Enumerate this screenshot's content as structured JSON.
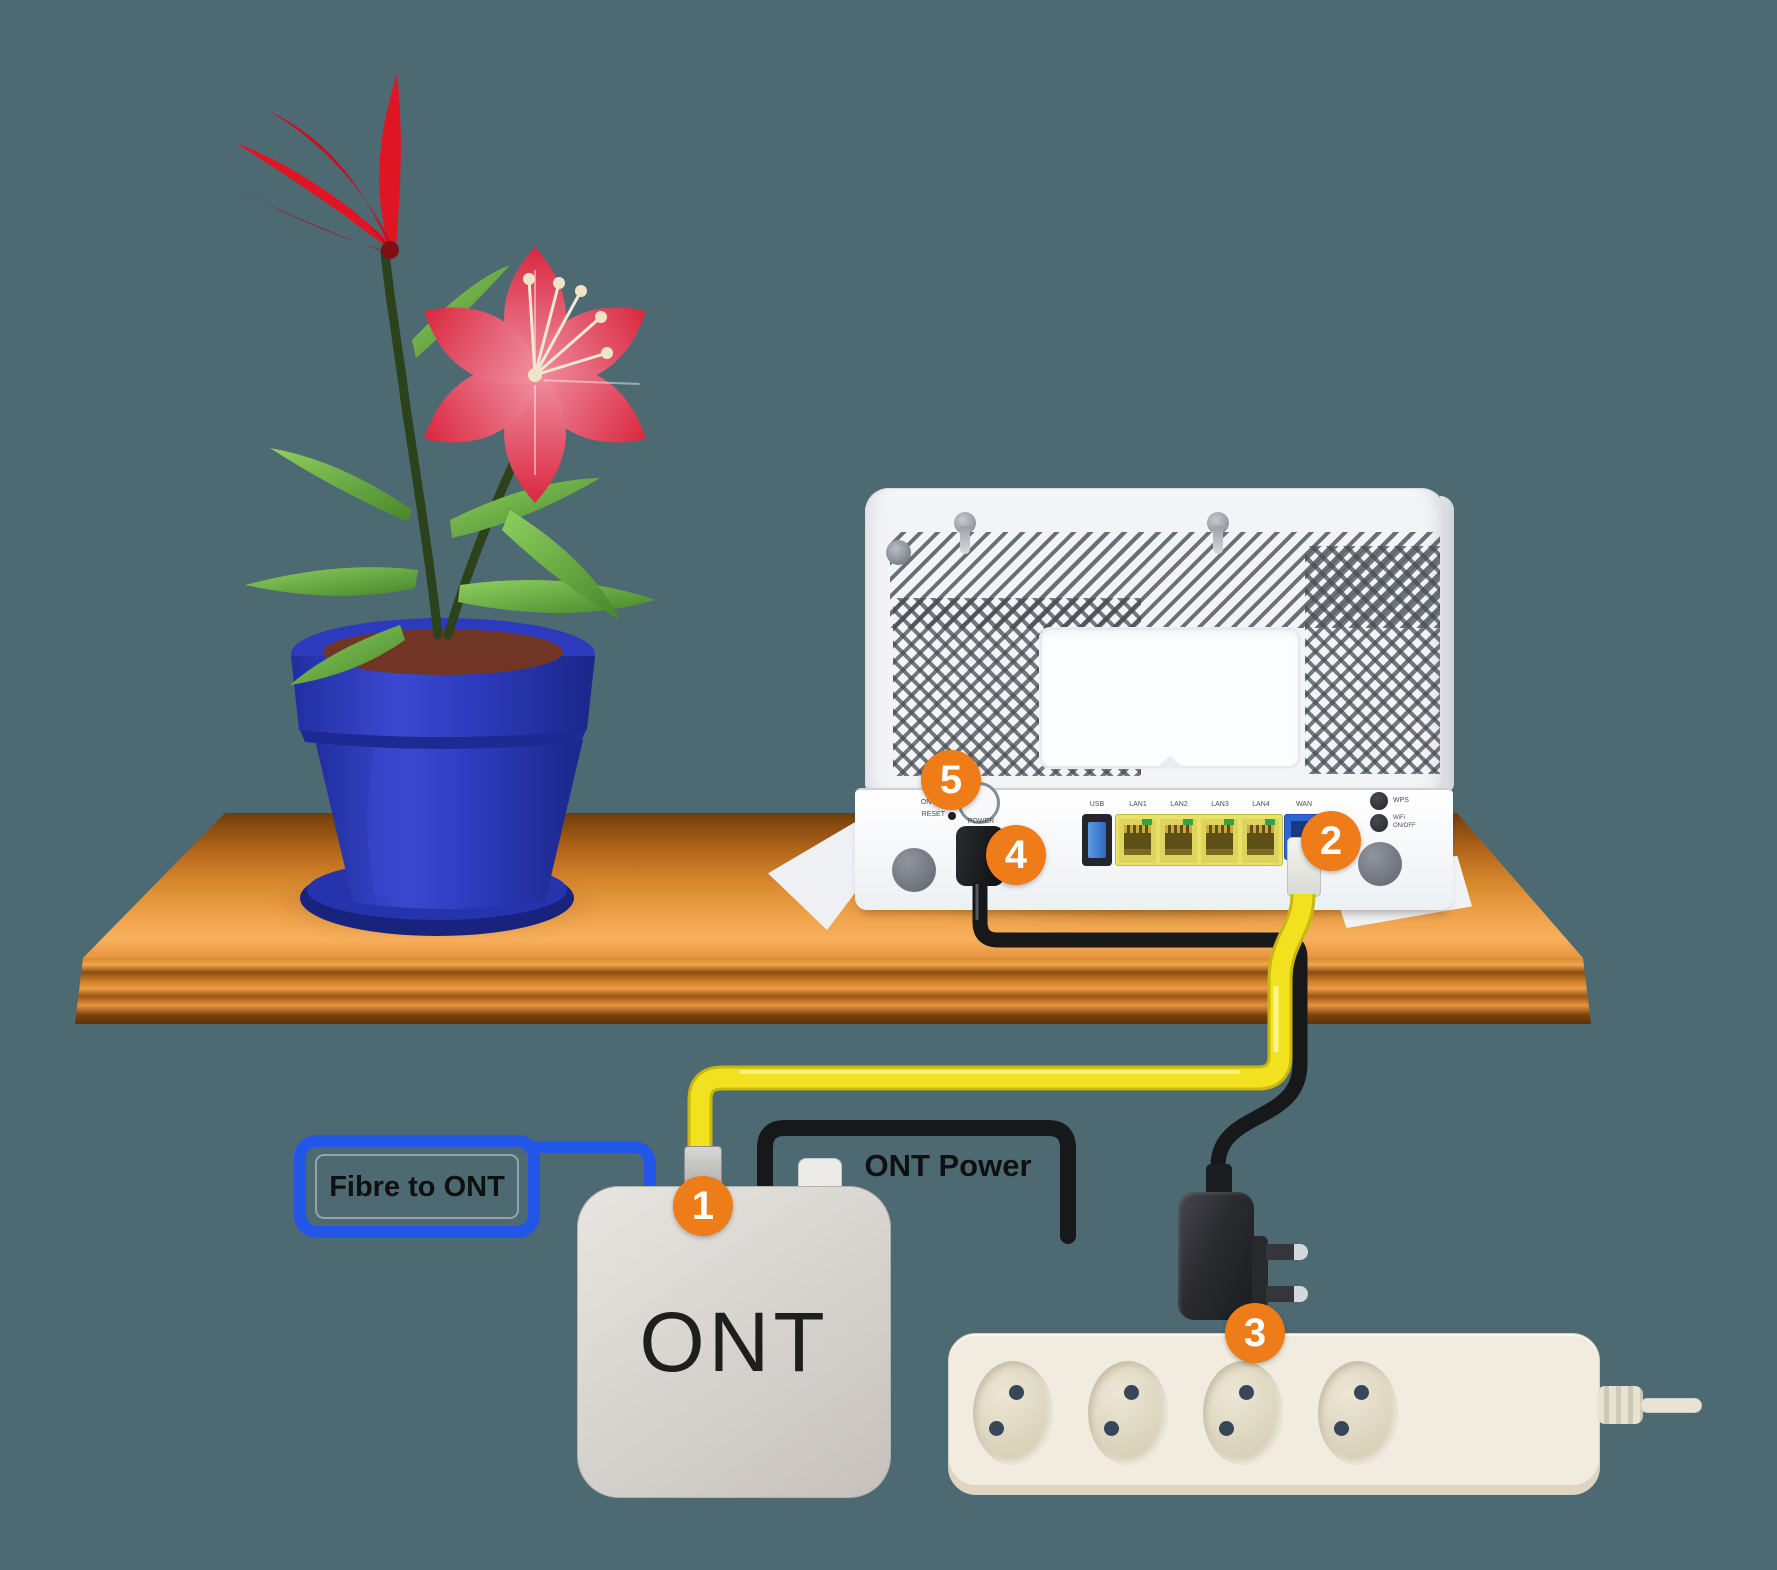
{
  "labels": {
    "fibre_to_ont": "Fibre to ONT",
    "ont_power": "ONT Power",
    "ont_box": "ONT"
  },
  "markers": [
    "1",
    "2",
    "3",
    "4",
    "5"
  ],
  "router": {
    "ports": {
      "usb": "USB",
      "lan1": "LAN1",
      "lan2": "LAN2",
      "lan3": "LAN3",
      "lan4": "LAN4",
      "wan": "WAN"
    },
    "buttons": {
      "wps": "WPS",
      "wifi_top": "WiFi",
      "wifi_bottom": "ON/OFF",
      "on_off": "ON OFF",
      "reset": "RESET",
      "power": "POWER"
    }
  },
  "colors": {
    "background": "#4D6A73",
    "marker_orange": "#EE7C18",
    "cable_yellow": "#F2E11F",
    "cable_blue": "#2156E8",
    "cable_black": "#17181A",
    "wan_port_blue": "#2C66D4",
    "lan_port_yellow": "#E8E065",
    "shelf_wood_orange": "#E08A30",
    "pot_blue": "#2C3BBE",
    "flower_red": "#E01523",
    "flower_pink": "#E84B63",
    "leaf_green": "#5DA53E",
    "router_white": "#F3F4F6",
    "ont_grey": "#D9D5D1",
    "power_strip_cream": "#F1ECDF"
  }
}
